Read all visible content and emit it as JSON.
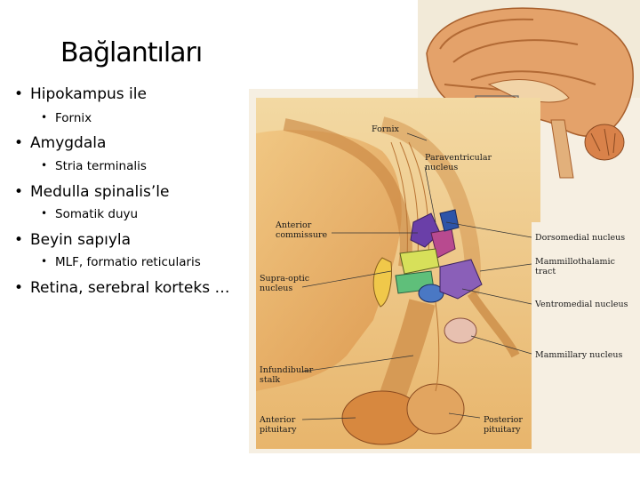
{
  "slide": {
    "title": "Bağlantıları",
    "bullets": [
      {
        "text": "Hipokampus ile",
        "sub": "Fornix"
      },
      {
        "text": "Amygdala",
        "sub": "Stria terminalis"
      },
      {
        "text": "Medulla spinalis’le",
        "sub": "Somatik duyu"
      },
      {
        "text": "Beyin sapıyla",
        "sub": "MLF, formatio reticularis"
      },
      {
        "text": "Retina, serebral korteks …",
        "sub": null
      }
    ]
  },
  "figure": {
    "labels": {
      "fornix": "Fornix",
      "paraventricular_1": "Paraventricular",
      "paraventricular_2": "nucleus",
      "anterior_commissure_1": "Anterior",
      "anterior_commissure_2": "commissure",
      "dorsomedial": "Dorsomedial nucleus",
      "mammillothalamic_1": "Mammillothalamic",
      "mammillothalamic_2": "tract",
      "supraoptic_1": "Supra-optic",
      "supraoptic_2": "nucleus",
      "ventromedial": "Ventromedial nucleus",
      "mammillary": "Mammillary nucleus",
      "infundibular_1": "Infundibular",
      "infundibular_2": "stalk",
      "anterior_pituitary_1": "Anterior",
      "anterior_pituitary_2": "pituitary",
      "posterior_pituitary_1": "Posterior",
      "posterior_pituitary_2": "pituitary"
    }
  }
}
